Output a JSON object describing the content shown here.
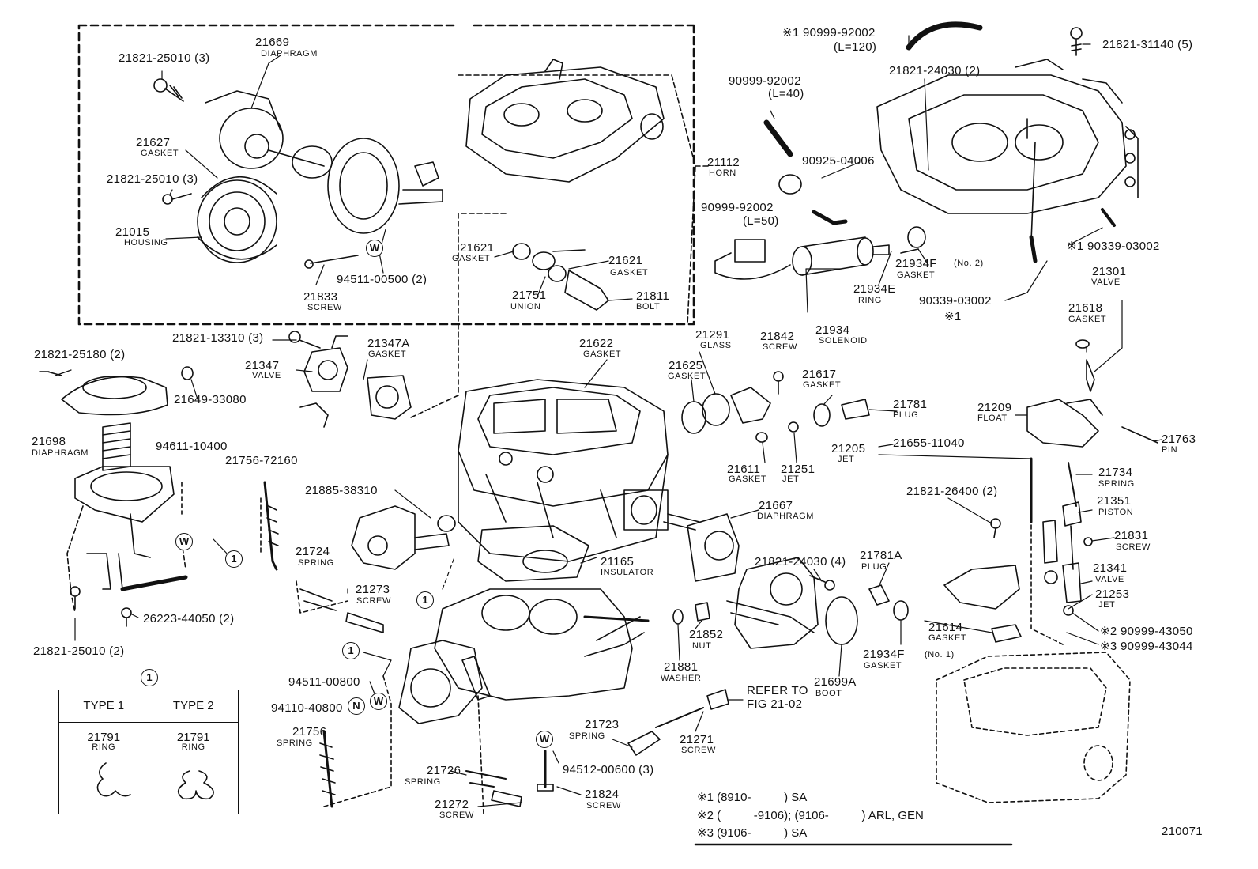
{
  "figure_number": "210071",
  "callout_marker": "1",
  "parts": {
    "p21669": {
      "num": "21669",
      "name": "DIAPHRAGM"
    },
    "p21821_25010_a": {
      "num": "21821-25010 (3)"
    },
    "p21627": {
      "num": "21627",
      "name": "GASKET"
    },
    "p21821_25010_b": {
      "num": "21821-25010 (3)"
    },
    "p21015": {
      "num": "21015",
      "name": "HOUSING"
    },
    "p21833": {
      "num": "21833",
      "name": "SCREW"
    },
    "p94511_00500": {
      "num": "94511-00500 (2)"
    },
    "p21621_a": {
      "num": "21621",
      "name": "GASKET"
    },
    "p21621_b": {
      "num": "21621",
      "name": "GASKET"
    },
    "p21751": {
      "num": "21751",
      "name": "UNION"
    },
    "p21811": {
      "num": "21811",
      "name": "BOLT"
    },
    "p21112": {
      "num": "21112",
      "name": "HORN"
    },
    "p90999_92002_a": {
      "num": "※1 90999-92002",
      "name": "(L=120)"
    },
    "p90999_92002_b": {
      "num": "90999-92002",
      "name": "(L=40)"
    },
    "p90999_92002_c": {
      "num": "90999-92002",
      "name": "(L=50)"
    },
    "p21821_24030_a": {
      "num": "21821-24030 (2)"
    },
    "p90925_04006": {
      "num": "90925-04006"
    },
    "p21821_31140": {
      "num": "21821-31140 (5)"
    },
    "p90339_03002_a": {
      "num": "※1 90339-03002"
    },
    "p90339_03002_b": {
      "num": "90339-03002",
      "name": "※1"
    },
    "p21934F_2": {
      "num": "21934F",
      "qual": "(No. 2)",
      "name": "GASKET"
    },
    "p21934E": {
      "num": "21934E",
      "name": "RING"
    },
    "p21934": {
      "num": "21934",
      "name": "SOLENOID"
    },
    "p21301": {
      "num": "21301",
      "name": "VALVE"
    },
    "p21618": {
      "num": "21618",
      "name": "GASKET"
    },
    "p21821_13310": {
      "num": "21821-13310 (3)"
    },
    "p21347A": {
      "num": "21347A",
      "name": "GASKET"
    },
    "p21347": {
      "num": "21347",
      "name": "VALVE"
    },
    "p21821_25180": {
      "num": "21821-25180 (2)"
    },
    "p21649_33080": {
      "num": "21649-33080"
    },
    "p21622": {
      "num": "21622",
      "name": "GASKET"
    },
    "p21291": {
      "num": "21291",
      "name": "GLASS"
    },
    "p21625": {
      "num": "21625",
      "name": "GASKET"
    },
    "p21842": {
      "num": "21842",
      "name": "SCREW"
    },
    "p21617": {
      "num": "21617",
      "name": "GASKET"
    },
    "p21781": {
      "num": "21781",
      "name": "PLUG"
    },
    "p21209": {
      "num": "21209",
      "name": "FLOAT"
    },
    "p21763": {
      "num": "21763",
      "name": "PIN"
    },
    "p21698": {
      "num": "21698",
      "name": "DIAPHRAGM"
    },
    "p94611_10400": {
      "num": "94611-10400"
    },
    "p21756_72160": {
      "num": "21756-72160"
    },
    "p21205": {
      "num": "21205",
      "name": "JET"
    },
    "p21655_11040": {
      "num": "21655-11040"
    },
    "p21611": {
      "num": "21611",
      "name": "GASKET"
    },
    "p21251": {
      "num": "21251",
      "name": "JET"
    },
    "p21734": {
      "num": "21734",
      "name": "SPRING"
    },
    "p21885_38310": {
      "num": "21885-38310"
    },
    "p21821_26400": {
      "num": "21821-26400 (2)"
    },
    "p21351": {
      "num": "21351",
      "name": "PISTON"
    },
    "p21667": {
      "num": "21667",
      "name": "DIAPHRAGM"
    },
    "p21831": {
      "num": "21831",
      "name": "SCREW"
    },
    "p21724": {
      "num": "21724",
      "name": "SPRING"
    },
    "p21273": {
      "num": "21273",
      "name": "SCREW"
    },
    "p21165": {
      "num": "21165",
      "name": "INSULATOR"
    },
    "p21821_24030_b": {
      "num": "21821-24030 (4)"
    },
    "p21781A": {
      "num": "21781A",
      "name": "PLUG"
    },
    "p21341": {
      "num": "21341",
      "name": "VALVE"
    },
    "p21253": {
      "num": "21253",
      "name": "JET"
    },
    "p26223_44050": {
      "num": "26223-44050 (2)"
    },
    "p90999_43050": {
      "num": "※2 90999-43050"
    },
    "p90999_43044": {
      "num": "※3 90999-43044"
    },
    "p21821_25010_c": {
      "num": "21821-25010 (2)"
    },
    "p21852": {
      "num": "21852",
      "name": "NUT"
    },
    "p21934F_1": {
      "num": "21934F",
      "qual": "(No. 1)",
      "name": "GASKET"
    },
    "p21614": {
      "num": "21614",
      "name": "GASKET"
    },
    "p21881": {
      "num": "21881",
      "name": "WASHER"
    },
    "p94511_00800": {
      "num": "94511-00800"
    },
    "p94110_40800": {
      "num": "94110-40800"
    },
    "p21699A": {
      "num": "21699A",
      "name": "BOOT"
    },
    "p21756": {
      "num": "21756",
      "name": "SPRING"
    },
    "p21723": {
      "num": "21723",
      "name": "SPRING"
    },
    "p21271": {
      "num": "21271",
      "name": "SCREW"
    },
    "p94512_00600": {
      "num": "94512-00600 (3)"
    },
    "p21726": {
      "num": "21726",
      "name": "SPRING"
    },
    "p21824": {
      "num": "21824",
      "name": "SCREW"
    },
    "p21272": {
      "num": "21272",
      "name": "SCREW"
    }
  },
  "refer": {
    "line1": "REFER TO",
    "line2": "FIG 21-02"
  },
  "washer_symbol": "W",
  "nut_symbol": "N",
  "types_table": {
    "marker": "1",
    "col1": {
      "header": "TYPE 1",
      "part": "21791",
      "name": "RING"
    },
    "col2": {
      "header": "TYPE 2",
      "part": "21791",
      "name": "RING"
    }
  },
  "footnotes": {
    "n1": "※1 (8910-          ) SA",
    "n2": "※2 (          -9106); (9106-          ) ARL, GEN",
    "n3": "※3 (9106-          ) SA"
  }
}
